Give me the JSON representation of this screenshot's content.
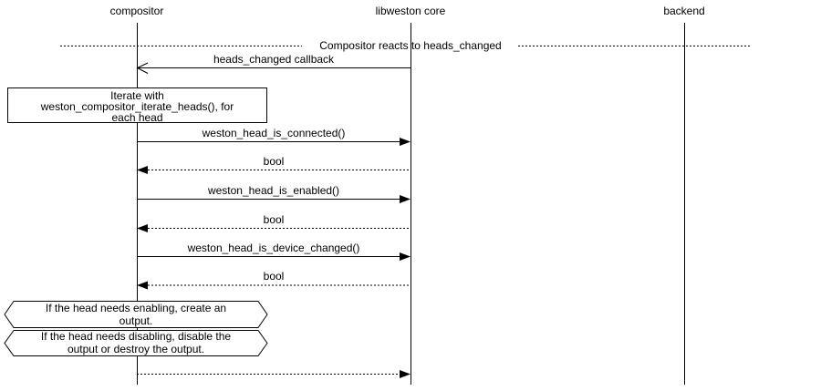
{
  "colors": {
    "foreground": "#000000",
    "background": "#ffffff"
  },
  "participants": [
    {
      "name": "compositor"
    },
    {
      "name": "libweston core"
    },
    {
      "name": "backend"
    }
  ],
  "divider": {
    "label": "Compositor reacts to heads_changed"
  },
  "messages": [
    {
      "label": "heads_changed callback",
      "from": "libweston core",
      "to": "compositor",
      "line": "solid",
      "arrowhead": "open"
    },
    {
      "label": "weston_head_is_connected()",
      "from": "compositor",
      "to": "libweston core",
      "line": "solid",
      "arrowhead": "filled"
    },
    {
      "label": "bool",
      "from": "libweston core",
      "to": "compositor",
      "line": "dotted",
      "arrowhead": "filled"
    },
    {
      "label": "weston_head_is_enabled()",
      "from": "compositor",
      "to": "libweston core",
      "line": "solid",
      "arrowhead": "filled"
    },
    {
      "label": "bool",
      "from": "libweston core",
      "to": "compositor",
      "line": "dotted",
      "arrowhead": "filled"
    },
    {
      "label": "weston_head_is_device_changed()",
      "from": "compositor",
      "to": "libweston core",
      "line": "solid",
      "arrowhead": "filled"
    },
    {
      "label": "bool",
      "from": "libweston core",
      "to": "compositor",
      "line": "dotted",
      "arrowhead": "filled"
    },
    {
      "label": "",
      "from": "compositor",
      "to": "libweston core",
      "line": "dotted",
      "arrowhead": "filled"
    }
  ],
  "notes": [
    {
      "type": "box",
      "text": "Iterate with\nweston_compositor_iterate_heads(), for\neach head"
    },
    {
      "type": "hexagon",
      "text": "If the head needs enabling, create an\noutput."
    },
    {
      "type": "hexagon",
      "text": "If the head needs disabling, disable the\noutput or destroy the output."
    }
  ]
}
